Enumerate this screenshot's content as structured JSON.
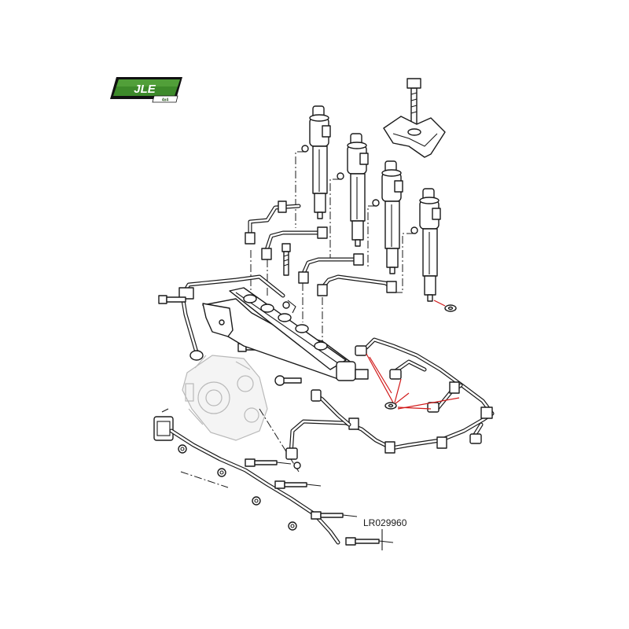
{
  "logo": {
    "brand": "JLE",
    "tagline": "4x4",
    "colors": {
      "green": "#3d8a2a",
      "dark_green": "#1f4d14",
      "black": "#111111"
    }
  },
  "callout": {
    "part_number": "LR029960"
  },
  "colors": {
    "line": "#1a1a1a",
    "highlight": "#d11a1a",
    "ghost": "#b9b9b9",
    "background": "#ffffff"
  },
  "icons": [
    "fuel-injector-icon",
    "glow-plug-icon",
    "high-pressure-pipe-icon",
    "fuel-rail-icon",
    "fuel-pump-icon",
    "wiring-harness-icon",
    "bolt-icon",
    "clamp-icon"
  ]
}
